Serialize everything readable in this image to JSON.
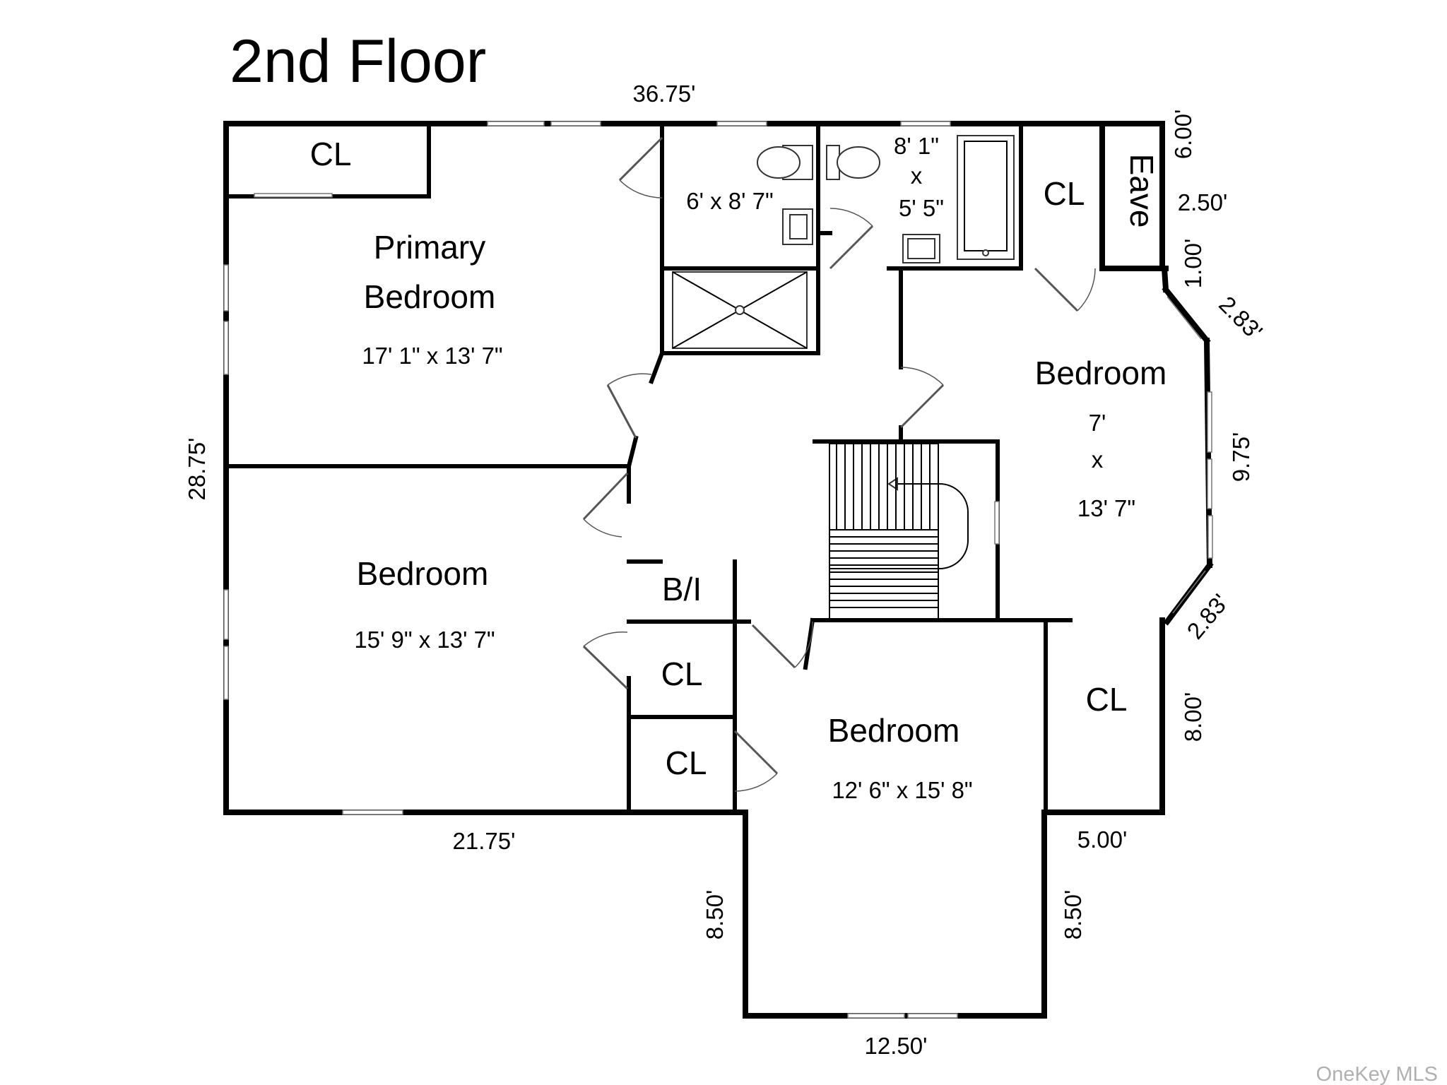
{
  "title": "2nd Floor",
  "watermark": "OneKey MLS",
  "rooms": {
    "primary_bedroom": {
      "name_line1": "Primary",
      "name_line2": "Bedroom",
      "size": "17' 1\" x 13' 7\""
    },
    "bedroom_west": {
      "name": "Bedroom",
      "size": "15' 9\" x 13' 7\""
    },
    "bedroom_east": {
      "name": "Bedroom",
      "dim_a": "7'",
      "dim_x": "x",
      "dim_b": "13' 7\""
    },
    "bedroom_south": {
      "name": "Bedroom",
      "size": "12' 6\" x 15' 8\""
    },
    "primary_bath": {
      "size": "6' x 8' 7\""
    },
    "hall_bath": {
      "dim_a": "8' 1\"",
      "dim_x": "x",
      "dim_b": "5' 5\""
    },
    "closets": {
      "primary": "CL",
      "east_top": "CL",
      "hall_upper": "CL",
      "hall_lower": "CL",
      "east_lower": "CL",
      "built_in": "B/I"
    },
    "eave": "Eave"
  },
  "measurements": {
    "top": "36.75'",
    "left": "28.75'",
    "bottom_left": "21.75'",
    "south_left": "8.50'",
    "south_right": "8.50'",
    "south_bottom": "12.50'",
    "east_notch": "5.00'",
    "east_lower": "8.00'",
    "east_bay": "9.75'",
    "bay_upper": "2.83'",
    "bay_lower": "2.83'",
    "eave_top": "6.00'",
    "eave_side": "2.50'",
    "eave_step": "1.00'"
  }
}
